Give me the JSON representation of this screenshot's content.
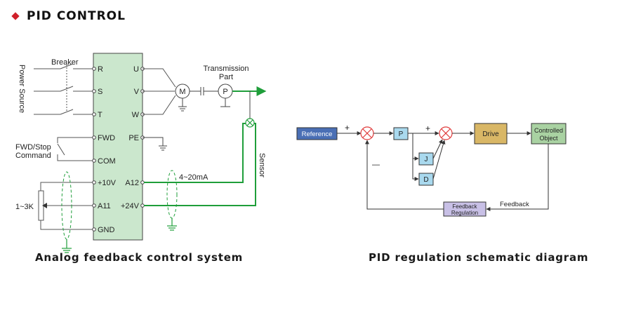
{
  "header": {
    "title": "PID CONTROL"
  },
  "analog": {
    "breaker": "Breaker",
    "power_source": "Power Source",
    "fwd_stop_line1": "FWD/Stop",
    "fwd_stop_line2": "Command",
    "pot_range": "1~3K",
    "transmission_line1": "Transmission",
    "transmission_line2": "Part",
    "motor": "M",
    "pump": "P",
    "current_signal": "4~20mA",
    "sensor": "Sensor",
    "terminals_left": [
      "R",
      "S",
      "T",
      "FWD",
      "COM",
      "+10V",
      "A11",
      "GND"
    ],
    "terminals_right": [
      "U",
      "V",
      "W",
      "PE",
      "A12",
      "+24V"
    ],
    "caption": "Analog feedback control system"
  },
  "pid": {
    "reference": "Reference",
    "plus1": "+",
    "plus2": "+",
    "minus": "—",
    "p": "P",
    "j": "J",
    "d": "D",
    "drive": "Drive",
    "controlled_line1": "Controlled",
    "controlled_line2": "Object",
    "feedback_line1": "Feedback",
    "feedback_line2": "Regulation",
    "feedback": "Feedback",
    "caption": "PID regulation schematic diagram"
  },
  "colors": {
    "panel": "#cbe7cd",
    "panel_border": "#444444",
    "wire_green": "#1f9e3a",
    "reference_box": "#4a6fb5",
    "pid_box": "#a9d9ee",
    "drive_box": "#d9b766",
    "controlled_box": "#a9d2a2",
    "feedback_box": "#c8c0e6",
    "summer_red": "#e03a3a",
    "bullet_red": "#d0202a"
  }
}
